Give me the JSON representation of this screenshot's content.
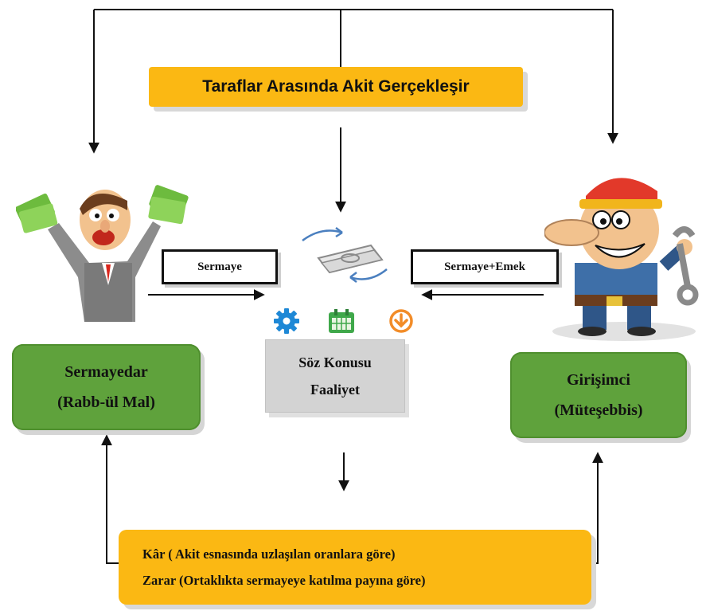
{
  "agreement_label": "Taraflar Arasında Akit Gerçekleşir",
  "capital_label": "Sermaye",
  "capital_labor_label": "Sermaye+Emek",
  "investor": {
    "line1": "Sermayedar",
    "line2": "(Rabb-ül Mal)"
  },
  "entrepreneur": {
    "line1": "Girişimci",
    "line2": "(Müteşebbis)"
  },
  "activity": {
    "line1": "Söz Konusu",
    "line2": "Faaliyet"
  },
  "outcome": {
    "profit": "Kâr ( Akit esnasında uzlaşılan oranlara göre)",
    "loss": "Zarar (Ortaklıkta sermayeye katılma payına göre)"
  },
  "colors": {
    "orange": "#fbb813",
    "green": "#5fa23c",
    "gray": "#d3d3d3",
    "line": "#111111"
  },
  "icons": [
    "businessman-money-icon",
    "money-exchange-icon",
    "gear-icon",
    "calendar-icon",
    "download-icon",
    "worker-wrench-icon"
  ]
}
